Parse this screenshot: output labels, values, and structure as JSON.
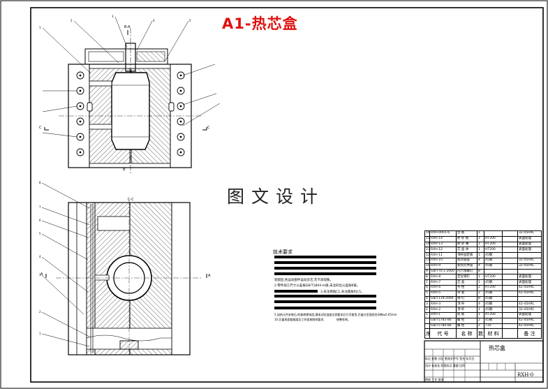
{
  "title": "A1-热芯盒",
  "watermark": "图文设计",
  "technical_requirements": {
    "heading": "技术要求",
    "notes": [
      "装配后,各运动部件运动灵活,无卡滞现象。",
      "2.零件加工尺寸公差按GB/T1804-m级,未注形位公差按K级。",
      "3.未注倒角C1,未注圆角R0.5。",
      "5.加热元件安装后,检查绝缘电阻,通电试验温度达到要求后方可使用,芯盒分型面贴合间隙≤0.05mm",
      "10.芯盒表面粗糙度及工作面按图纸要求,",
      "修整毛刺。"
    ]
  },
  "section_labels": {
    "top_view_ba": "B-A",
    "bottom_view_cc": "C-C",
    "cut_c_left": "C",
    "cut_c_right": "C",
    "cut_b": "B",
    "cut_a_left": "A",
    "cut_a_right": "A"
  },
  "bom": {
    "rows": [
      [
        "16",
        "RXH-0001-6",
        "垫  板",
        "1",
        "",
        "",
        "32-45HRC"
      ],
      [
        "15",
        "RXH-14",
        "射  砂  板",
        "1",
        "HT200",
        "",
        "表面处理"
      ],
      [
        "14",
        "RXH-13",
        "射  砂  嘴",
        "1",
        "HT200",
        "",
        "表面处理"
      ],
      [
        "13",
        "RXH-12",
        "芯  盒  体",
        "1",
        "HT200",
        "",
        "表面处理"
      ],
      [
        "12",
        "RXH-11",
        "顶杆固定板",
        "1",
        "45钢",
        "",
        ""
      ],
      [
        "11",
        "RXH-10",
        "加热管座",
        "4",
        "45钢",
        "",
        "32-45HRC"
      ],
      [
        "10",
        "RXH-9",
        "加热元件座",
        "4",
        "45钢",
        "",
        "32-45HRC"
      ],
      [
        "9",
        "GB/T70.1-2000",
        "内六角螺钉",
        "8",
        "",
        "",
        ""
      ],
      [
        "8",
        "RXH-8",
        "定位销钉",
        "1",
        "HT200",
        "",
        "表面处理"
      ],
      [
        "7",
        "RXH-7",
        "芯  盒",
        "1",
        "45钢",
        "",
        "表面处理"
      ],
      [
        "6",
        "RXH-6",
        "导  柱",
        "2",
        "HT200",
        "",
        "42-45HRC"
      ],
      [
        "5",
        "RXH-5",
        "导  套",
        "2",
        "45钢",
        "",
        "42-45HRC"
      ],
      [
        "4",
        "GB/T119-2000",
        "销  钉",
        "8",
        "45钢",
        "",
        ""
      ],
      [
        "3",
        "RXH-3",
        "顶  杆",
        "4",
        "45钢",
        "",
        "42-45HRC"
      ],
      [
        "2",
        "RXH-2",
        "顶  杆",
        "1",
        "45钢",
        "",
        "32-45HRC"
      ],
      [
        "1",
        "RXH-1",
        "底  板",
        "1",
        "HT200",
        "",
        "表面处理"
      ],
      [
        "",
        "GB/T5783-86",
        "螺  栓",
        "2",
        "45钢",
        "",
        "42-45HRC"
      ],
      [
        "",
        "GB/T5780-86",
        "螺  栓",
        "2",
        "T10",
        "",
        "42-45HRC"
      ]
    ],
    "header": [
      "序号",
      "代  号",
      "名  称",
      "数量",
      "材  料",
      "",
      "备  注"
    ]
  },
  "title_block": {
    "drawing_name": "热芯盒",
    "drawing_code": "RXH-0",
    "row_labels": "标记 处数 分区 更改文件号 签名 年月日",
    "row2_labels": "设计  标准化  阶段标记 重量 比例",
    "row3_labels": "审核  工艺  批准"
  },
  "leader_numbers": {
    "top_left": [
      "1",
      "2",
      "3",
      "4",
      "5"
    ],
    "bottom_left": [
      "8",
      "7",
      "6",
      "5",
      "4",
      "3",
      "2",
      "1"
    ]
  }
}
